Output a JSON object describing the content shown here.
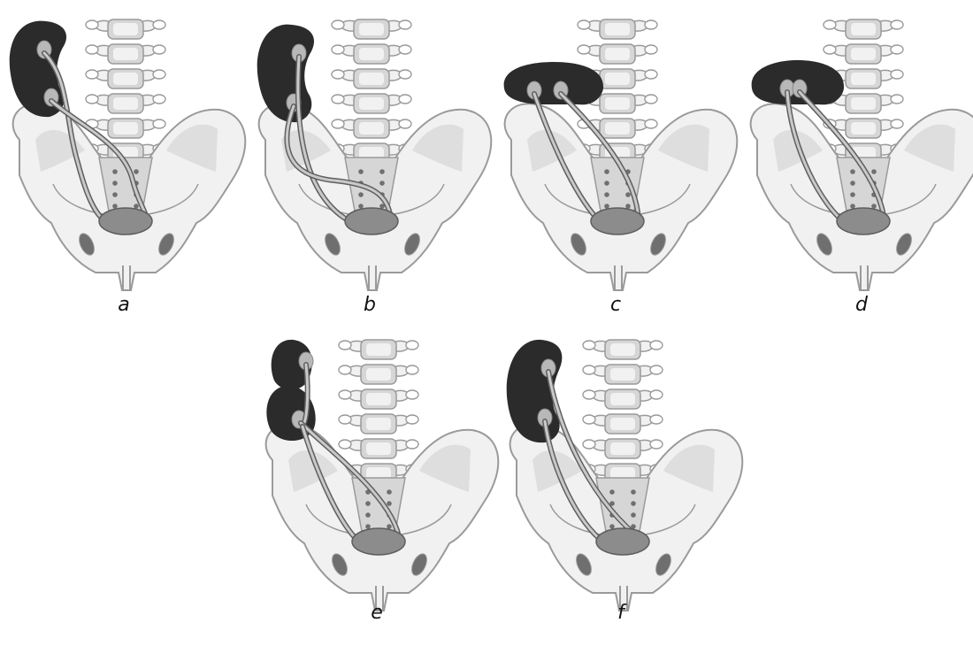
{
  "panels": [
    {
      "label": "a",
      "variant": "crossed-lower-left"
    },
    {
      "label": "b",
      "variant": "crossed-two-ureters"
    },
    {
      "label": "c",
      "variant": "horseshoe-double-pelvis"
    },
    {
      "label": "d",
      "variant": "disc-close-pelvis"
    },
    {
      "label": "e",
      "variant": "stacked-two-lobes"
    },
    {
      "label": "f",
      "variant": "elongated-double-ureter"
    }
  ],
  "colors": {
    "kidney": "#2b2b2b",
    "bone": "#f1f1f1",
    "bone_shade": "#d6d6d6",
    "outline": "#9a9a9a",
    "bladder": "#8c8c8c",
    "ureter": "#777777",
    "pelvis_hole": "#6f6f6f"
  }
}
